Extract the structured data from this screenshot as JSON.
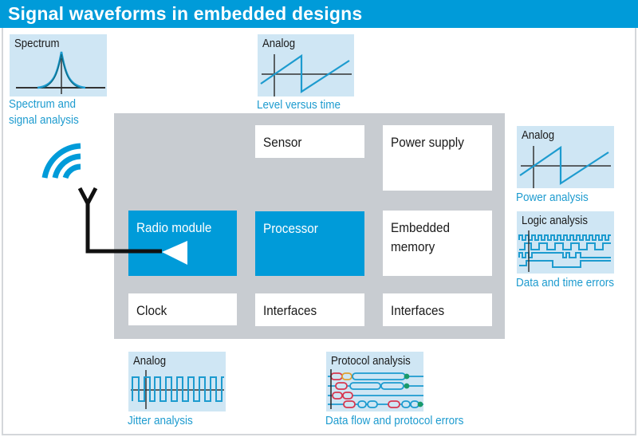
{
  "header": {
    "title": "Signal waveforms in embedded designs"
  },
  "colors": {
    "accent": "#009bd9",
    "board": "#c8ccd1",
    "thumb_bg": "#cfe6f4",
    "caption": "#1d9bcf",
    "wire": "#111111"
  },
  "board": {
    "blocks": [
      {
        "id": "sensor",
        "label": "Sensor",
        "style": "white"
      },
      {
        "id": "power-supply",
        "label": "Power supply",
        "style": "white"
      },
      {
        "id": "radio-module",
        "label": "Radio module",
        "style": "blue"
      },
      {
        "id": "processor",
        "label": "Processor",
        "style": "blue"
      },
      {
        "id": "embedded-memory",
        "label": "Embedded memory",
        "style": "white"
      },
      {
        "id": "clock",
        "label": "Clock",
        "style": "white"
      },
      {
        "id": "interfaces-1",
        "label": "Interfaces",
        "style": "white"
      },
      {
        "id": "interfaces-2",
        "label": "Interfaces",
        "style": "white"
      }
    ]
  },
  "antenna": {
    "icon": "wireless-signal-icon",
    "symbol": "antenna-icon"
  },
  "analyses": [
    {
      "id": "spectrum",
      "thumb_label": "Spectrum",
      "caption_lines": [
        "Spectrum and",
        "signal analysis"
      ],
      "waveform": "spectrum-peak"
    },
    {
      "id": "level",
      "thumb_label": "Analog",
      "caption_lines": [
        "Level versus time"
      ],
      "waveform": "sawtooth"
    },
    {
      "id": "power",
      "thumb_label": "Analog",
      "caption_lines": [
        "Power analysis"
      ],
      "waveform": "sawtooth"
    },
    {
      "id": "logic",
      "thumb_label": "Logic analysis",
      "caption_lines": [
        "Data and time errors"
      ],
      "waveform": "digital-traces"
    },
    {
      "id": "jitter",
      "thumb_label": "Analog",
      "caption_lines": [
        "Jitter analysis"
      ],
      "waveform": "square-wave"
    },
    {
      "id": "protocol",
      "thumb_label": "Protocol analysis",
      "caption_lines": [
        "Data flow and protocol errors"
      ],
      "waveform": "protocol-bus"
    }
  ]
}
